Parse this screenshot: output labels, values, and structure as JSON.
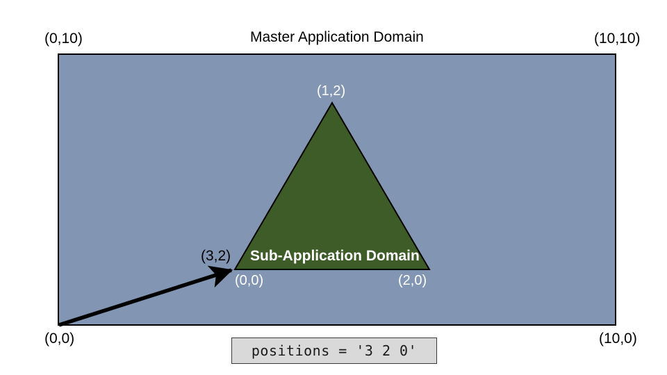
{
  "diagram": {
    "title": "Master Application Domain",
    "master_domain": {
      "name": "master-application-domain",
      "fill_color": "#8296b3",
      "stroke_color": "#000000",
      "corner_labels": {
        "top_left": "(0,10)",
        "top_right": "(10,10)",
        "bottom_left": "(0,0)",
        "bottom_right": "(10,0)"
      }
    },
    "sub_domain": {
      "name": "sub-application-domain",
      "label": "Sub-Application Domain",
      "fill_color": "#3e5c27",
      "stroke_color": "#000000",
      "vertex_labels": {
        "apex": "(1,2)",
        "bottom_left": "(0,0)",
        "bottom_right": "(2,0)"
      }
    },
    "offset_vector": {
      "name": "offset-arrow",
      "label": "(3,2)",
      "color": "#000000",
      "from": "(0,0)",
      "to": "(3,2)"
    },
    "code_box": {
      "text": "positions = '3 2 0'",
      "background_color": "#d9d9d9",
      "border_color": "#3a3a3a"
    }
  }
}
